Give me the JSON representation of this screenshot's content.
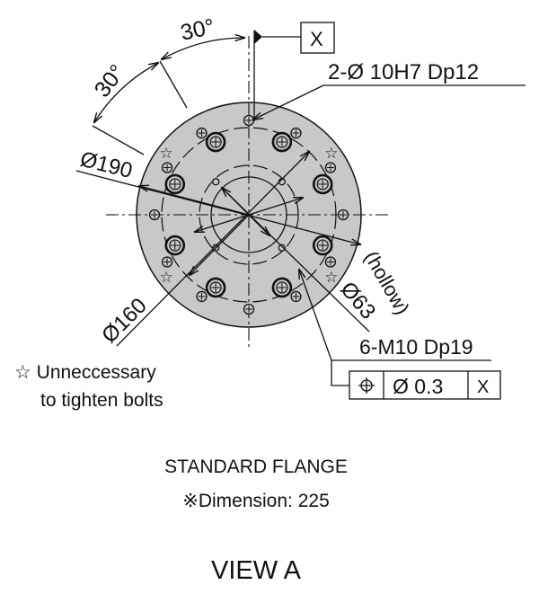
{
  "drawing": {
    "angle_top": "30°",
    "angle_left": "30°",
    "datum_label": "X",
    "pin_holes_callout": "2-Ø 10H7 Dp12",
    "dia_190": "Ø190",
    "dia_160": "Ø160",
    "dia_63": "Ø63",
    "hollow_label": "(hollow)",
    "tapped_holes_callout": "6-M10 Dp19",
    "fcf": {
      "symbol": "position-icon",
      "tolerance": "Ø 0.3",
      "datum": "X"
    },
    "note_line1": "☆ Unneccessary",
    "note_line2": "to tighten bolts",
    "face_color": "#c8c8c8"
  },
  "caption": {
    "title": "STANDARD FLANGE",
    "dimension": "※Dimension:  225",
    "view": "VIEW A"
  }
}
